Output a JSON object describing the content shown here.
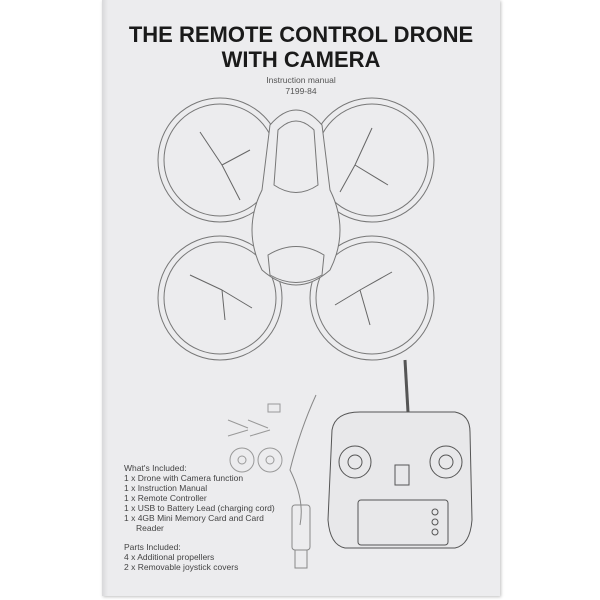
{
  "title": {
    "line1": "THE REMOTE CONTROL DRONE",
    "line2": "WITH CAMERA"
  },
  "subtitle": "Instruction manual",
  "model_number": "7199-84",
  "whats_included": {
    "heading": "What's Included:",
    "items": [
      "1 x Drone with Camera function",
      "1 x Instruction Manual",
      "1 x Remote Controller",
      "1 x USB to Battery Lead (charging cord)",
      "1 x 4GB Mini Memory Card and Card",
      "Reader"
    ]
  },
  "parts_included": {
    "heading": "Parts Included:",
    "items": [
      "4 x Additional propellers",
      "2 x Removable joystick covers"
    ]
  },
  "illustrations": [
    "drone-illustration",
    "remote-controller-illustration",
    "usb-cable-illustration",
    "propellers-illustration",
    "joystick-covers-illustration",
    "memory-card-illustration"
  ]
}
